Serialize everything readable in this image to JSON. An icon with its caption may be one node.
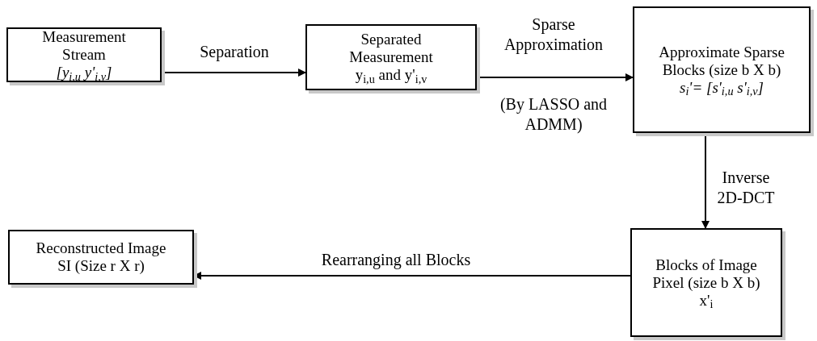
{
  "diagram": {
    "nodes": [
      {
        "text": [
          "Measurement Stream",
          "[y$_{i,u}$ y'$_{i,v}$]"
        ]
      },
      {
        "text": [
          "Separated Measurement",
          "y$_{i,u}$ and y'$_{i,v}$"
        ]
      },
      {
        "text": [
          "Approximate Sparse Blocks (size b X b)",
          "s$_{i}$'= [s'$_{i,u}$  s'$_{i,v}$]"
        ]
      },
      {
        "text": [
          "Blocks of Image Pixel (size b X b)",
          "x'$_{i}$"
        ]
      },
      {
        "text": [
          "Reconstructed Image SI (Size r X r)"
        ]
      }
    ],
    "edges": [
      {
        "from": 0,
        "to": 1,
        "arrow": "to",
        "label": "Separation"
      },
      {
        "from": 1,
        "to": 2,
        "arrow": "to",
        "label": "Sparse Approximation"
      },
      {
        "from": 2,
        "to": 3,
        "arrow": "to",
        "label": "Inverse 2D-DCT"
      },
      {
        "from": 3,
        "to": 4,
        "arrow": "to",
        "label": "Rearranging all Blocks"
      }
    ],
    "labels": [
      "(By LASSO and ADMM)"
    ]
  }
}
